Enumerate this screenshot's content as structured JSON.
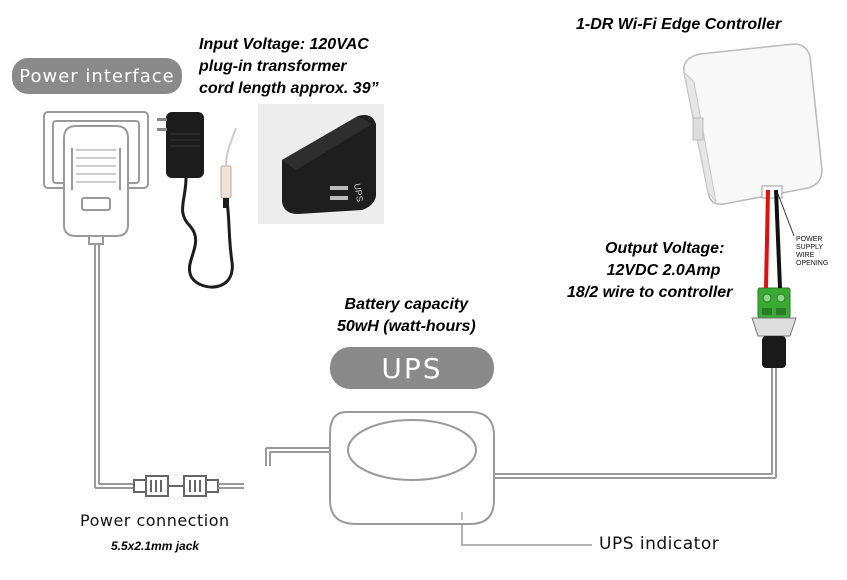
{
  "labels": {
    "power_interface": "Power interface",
    "ups": "UPS",
    "power_connection": "Power connection",
    "ups_indicator": "UPS indicator",
    "jack": "5.5x2.1mm jack",
    "controller_title": "1-DR Wi-Fi Edge Controller",
    "wire_opening": [
      "POWER",
      "SUPPLY",
      "WIRE",
      "OPENING"
    ],
    "transformer_stamp": "UPS"
  },
  "notes": {
    "input": [
      "Input Voltage: 120VAC",
      "plug-in transformer",
      "cord length approx. 39”"
    ],
    "battery": [
      "Battery capacity",
      "50wH (watt-hours)"
    ],
    "output": [
      "Output Voltage:",
      "12VDC 2.0Amp",
      "18/2 wire to controller"
    ]
  },
  "colors": {
    "pill": "#8a8a8a",
    "wire_red": "#e01010",
    "terminal_green": "#3aaa35",
    "line_gray": "#9a9a9a"
  },
  "icons": {
    "adapter": "power-adapter-icon",
    "transformer": "plug-in-transformer-icon",
    "ups": "ups-unit-icon",
    "controller": "edge-controller-icon",
    "dc_jack": "dc-jack-connector-icon",
    "inline_connector": "inline-connector-icon"
  }
}
